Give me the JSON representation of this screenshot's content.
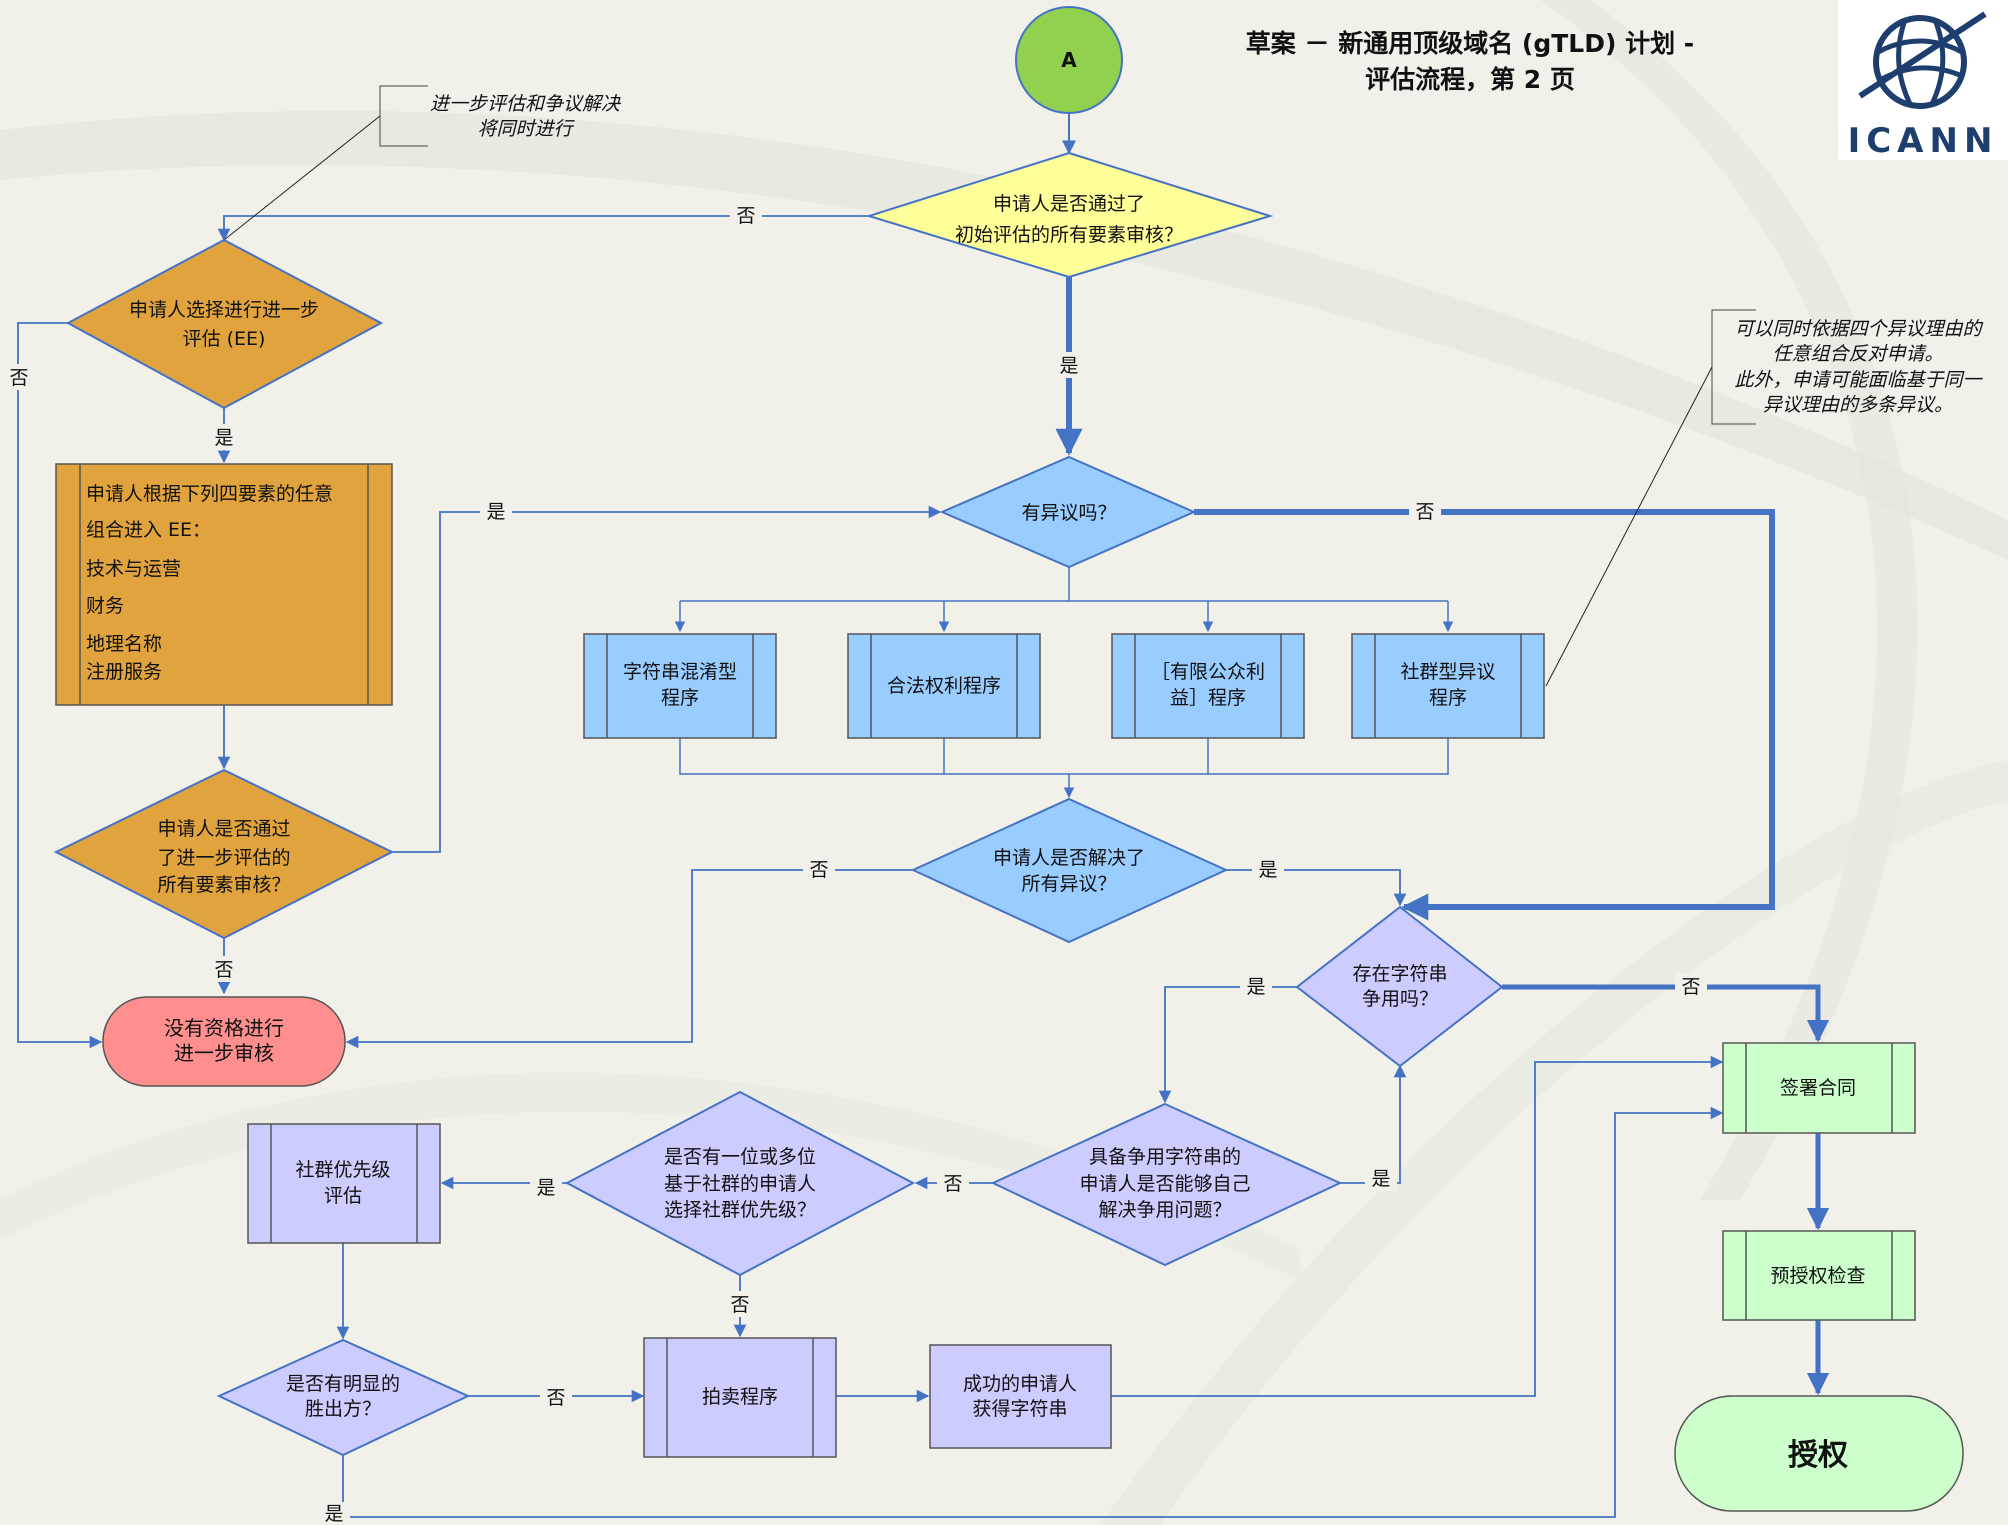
{
  "header": {
    "title_line1": "草案 － 新通用顶级域名 (gTLD) 计划 -",
    "title_line2": "评估流程，第 2 页",
    "logo_text": "ICANN"
  },
  "start_connector": "A",
  "notes": {
    "parallel": [
      "进一步评估和争议解决",
      "将同时进行"
    ],
    "objections": [
      "可以同时依据四个异议理由的",
      "任意组合反对申请。",
      "此外，申请可能面临基于同一",
      "异议理由的多条异议。"
    ]
  },
  "nodes": {
    "passed_initial": [
      "申请人是否通过了",
      "初始评估的所有要素审核？"
    ],
    "choose_ee": [
      "申请人选择进行进一步",
      "评估 (EE)"
    ],
    "ee_elements": [
      "申请人根据下列四要素的任意",
      "组合进入 EE：",
      "技术与运营",
      "财务",
      "地理名称",
      "注册服务"
    ],
    "passed_ee": [
      "申请人是否通过",
      "了进一步评估的",
      "所有要素审核？"
    ],
    "not_eligible": [
      "没有资格进行",
      "进一步审核"
    ],
    "any_objection": [
      "有异议吗？"
    ],
    "string_confusion": [
      "字符串混淆型",
      "程序"
    ],
    "legal_rights": [
      "合法权利程序"
    ],
    "public_interest": [
      "［有限公众利",
      "益］程序"
    ],
    "community_objection": [
      "社群型异议",
      "程序"
    ],
    "resolved_objections": [
      "申请人是否解决了",
      "所有异议？"
    ],
    "string_contention": [
      "存在字符串",
      "争用吗？"
    ],
    "sign_contract": [
      "签署合同"
    ],
    "self_resolve": [
      "具备争用字符串的",
      "申请人是否能够自己",
      "解决争用问题？"
    ],
    "community_priority_q": [
      "是否有一位或多位",
      "基于社群的申请人",
      "选择社群优先级？"
    ],
    "community_priority_eval": [
      "社群优先级",
      "评估"
    ],
    "clear_winner": [
      "是否有明显的",
      "胜出方？"
    ],
    "auction": [
      "拍卖程序"
    ],
    "winner_gets": [
      "成功的申请人",
      "获得字符串"
    ],
    "pre_delegation": [
      "预授权检查"
    ],
    "delegation": [
      "授权"
    ]
  },
  "edge_labels": {
    "yes": "是",
    "no": "否"
  },
  "colors": {
    "yellow_diamond": "#ffff99",
    "orange": "#e1a33d",
    "blue": "#99ccff",
    "purple": "#ccccff",
    "green": "#ccffcc",
    "red": "#ff8f8f",
    "start_green": "#92d050",
    "line": "#4472c4"
  }
}
